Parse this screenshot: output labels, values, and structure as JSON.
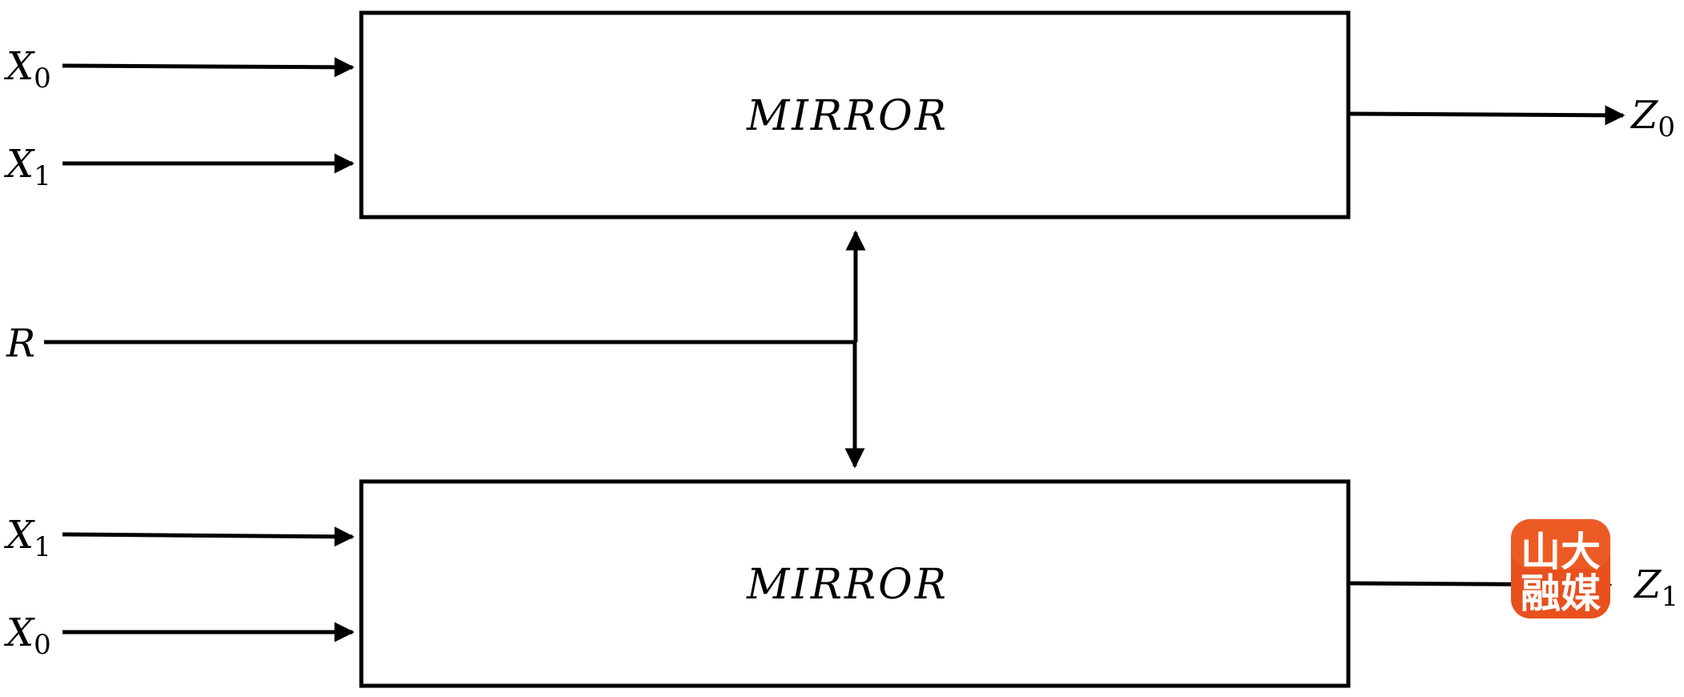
{
  "boxes": {
    "top": {
      "label": "MIRROR"
    },
    "bottom": {
      "label": "MIRROR"
    }
  },
  "inputs": {
    "top_a": {
      "var": "X",
      "sub": "0"
    },
    "top_b": {
      "var": "X",
      "sub": "1"
    },
    "random": {
      "var": "R"
    },
    "bottom_a": {
      "var": "X",
      "sub": "1"
    },
    "bottom_b": {
      "var": "X",
      "sub": "0"
    }
  },
  "outputs": {
    "top": {
      "var": "Z",
      "sub": "0"
    },
    "bottom": {
      "var": "Z",
      "sub": "1"
    }
  },
  "watermark": {
    "text_top": "山大",
    "text_bottom": "融媒",
    "color": "#e8501e"
  }
}
